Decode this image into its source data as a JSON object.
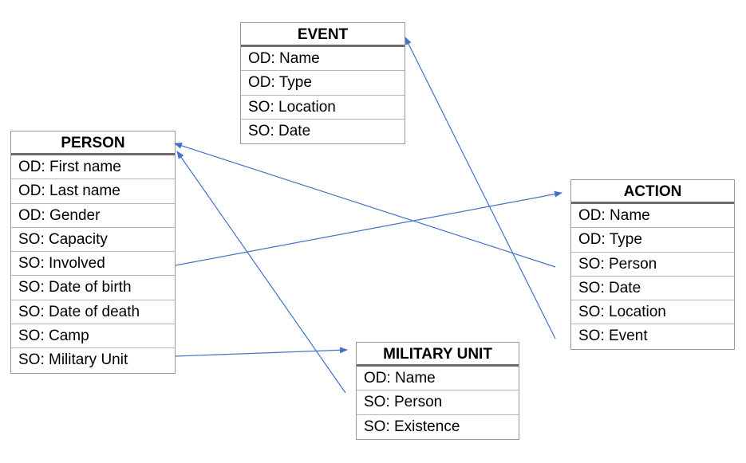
{
  "colors": {
    "connector": "#4472c4",
    "text": "#000000",
    "border": "#9a9a9a"
  },
  "entities": {
    "event": {
      "title": "EVENT",
      "fields": [
        "OD: Name",
        "OD: Type",
        "SO: Location",
        "SO: Date"
      ]
    },
    "person": {
      "title": "PERSON",
      "fields": [
        "OD: First name",
        "OD: Last name",
        "OD: Gender",
        "SO: Capacity",
        "SO: Involved",
        "SO: Date of birth",
        "SO: Date of death",
        "SO: Camp",
        "SO: Military Unit"
      ]
    },
    "action": {
      "title": "ACTION",
      "fields": [
        "OD: Name",
        "OD: Type",
        "SO: Person",
        "SO: Date",
        "SO: Location",
        "SO: Event"
      ]
    },
    "military_unit": {
      "title": "MILITARY UNIT",
      "fields": [
        "OD: Name",
        "SO: Person",
        "SO: Existence"
      ]
    }
  }
}
